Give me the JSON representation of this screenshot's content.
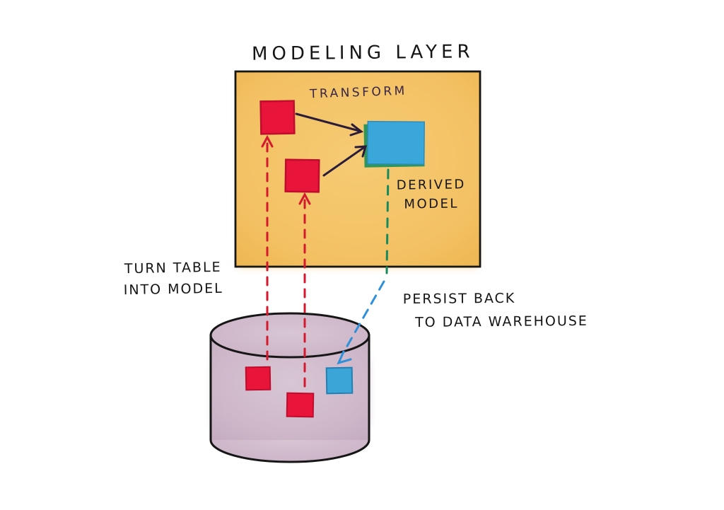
{
  "title": "MODELING LAYER",
  "modeling_layer": {
    "transform_label": "TRANSFORM",
    "derived_model": {
      "line1": "DERIVED",
      "line2": "MODEL"
    },
    "source_tables_count": 2
  },
  "warehouse": {
    "tables_red_count": 2,
    "tables_blue_count": 1
  },
  "annotations": {
    "turn_table": {
      "line1": "TURN TABLE",
      "line2": "INTO MODEL"
    },
    "persist": {
      "line1": "PERSIST BACK",
      "line2": "TO DATA WAREHOUSE"
    }
  },
  "icons": [
    "modeling-layer-box",
    "source-table-square",
    "derived-model-square",
    "data-warehouse-cylinder",
    "transform-arrow",
    "lineage-dashed-arrow",
    "persist-dashed-arrow"
  ],
  "colors": {
    "layer_fill": "#F3C36A",
    "layer_fill_edge": "#EDB64F",
    "table_red": "#E8143A",
    "table_red_border": "#BF0D2E",
    "derived_blue": "#39A7DA",
    "derived_blue_border": "#2E8BBE",
    "derived_green_edge": "#2E9659",
    "warehouse_fill": "#CBB2C5",
    "warehouse_fill_light": "#D8C6D4",
    "ink_arrow": "#2B1C3A",
    "red_dash": "#D6182F",
    "teal_dash": "#168A5D",
    "blue_dash": "#2E90D9",
    "outline": "#161616",
    "text": "#151515",
    "transform_text": "#3A2547"
  }
}
